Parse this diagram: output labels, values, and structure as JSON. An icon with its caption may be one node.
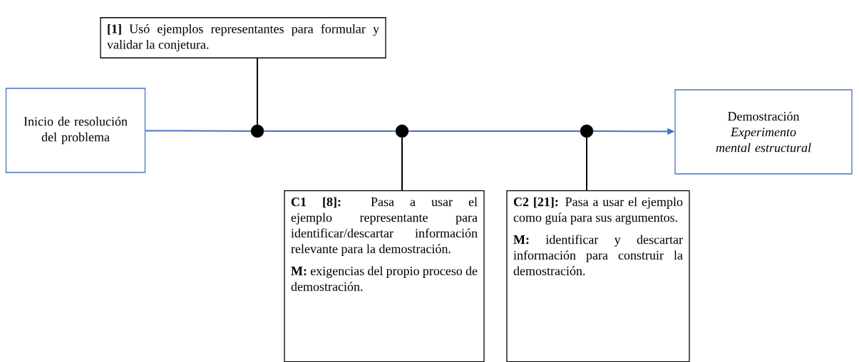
{
  "diagram": {
    "nodes": [
      {
        "text": [
          "Inicio de resolución del problema"
        ]
      },
      {
        "text": [
          "Demostración",
          "Experimento mental estructural"
        ]
      },
      {
        "text": [
          "**[1]** Usó ejemplos representantes para formular y validar la conjetura."
        ]
      },
      {
        "text": [
          "**C1 [8]:** Pasa a usar el ejemplo representante para identificar/descartar información relevante para la demostración.",
          "**M:** exigencias del propio proceso de demostración."
        ]
      },
      {
        "text": [
          "**C2 [21]:** Pasa a usar el ejemplo como guía para sus argumentos.",
          "**M:** identificar y descartar información para construir la demostración."
        ]
      },
      {
        "text": [],
        "shape": "circle"
      },
      {
        "text": [],
        "shape": "circle"
      },
      {
        "text": [],
        "shape": "circle"
      }
    ],
    "edges": [
      {
        "from": 0,
        "to": 5,
        "arrow": "none"
      },
      {
        "from": 5,
        "to": 6,
        "arrow": "none"
      },
      {
        "from": 6,
        "to": 7,
        "arrow": "none"
      },
      {
        "from": 7,
        "to": 1,
        "arrow": "to"
      },
      {
        "from": 2,
        "to": 5,
        "arrow": "none",
        "color": "#000000"
      },
      {
        "from": 6,
        "to": 3,
        "arrow": "none",
        "color": "#000000"
      },
      {
        "from": 7,
        "to": 4,
        "arrow": "none",
        "color": "#000000"
      }
    ]
  }
}
